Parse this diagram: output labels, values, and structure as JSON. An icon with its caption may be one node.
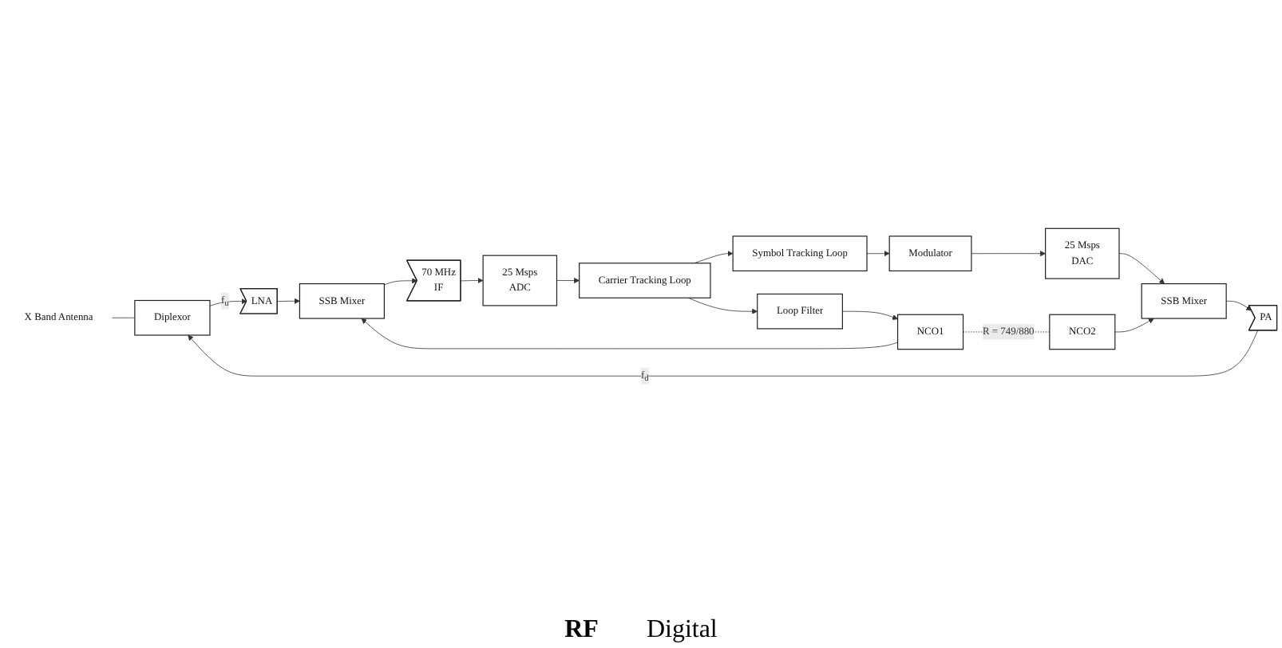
{
  "diagram": {
    "nodes": [
      {
        "text": [
          "X Band Antenna"
        ]
      },
      {
        "text": [
          "Diplexor"
        ]
      },
      {
        "text": [
          "LNA"
        ]
      },
      {
        "text": [
          "SSB Mixer"
        ]
      },
      {
        "text": [
          "70 MHz",
          "IF"
        ]
      },
      {
        "text": [
          "25 Msps",
          "ADC"
        ]
      },
      {
        "text": [
          "Carrier Tracking Loop"
        ]
      },
      {
        "text": [
          "Loop Filter"
        ]
      },
      {
        "text": [
          "NCO1"
        ]
      },
      {
        "text": [
          "NCO2"
        ]
      },
      {
        "text": [
          "Symbol Tracking Loop"
        ]
      },
      {
        "text": [
          "Modulator"
        ]
      },
      {
        "text": [
          "25 Msps",
          "DAC"
        ]
      },
      {
        "text": [
          "SSB Mixer"
        ]
      },
      {
        "text": [
          "PA"
        ]
      }
    ],
    "edges": [
      {
        "from": 0,
        "to": 1,
        "arrow": "none"
      },
      {
        "from": 1,
        "to": 2,
        "arrow": "to",
        "label": "f$_{u}$"
      },
      {
        "from": 2,
        "to": 3,
        "arrow": "to"
      },
      {
        "from": 3,
        "to": 4,
        "arrow": "to"
      },
      {
        "from": 4,
        "to": 5,
        "arrow": "to"
      },
      {
        "from": 5,
        "to": 6,
        "arrow": "to"
      },
      {
        "from": 6,
        "to": 7,
        "arrow": "to"
      },
      {
        "from": 7,
        "to": 8,
        "arrow": "to"
      },
      {
        "from": 8,
        "to": 3,
        "arrow": "to"
      },
      {
        "from": 8,
        "to": 9,
        "arrow": "none",
        "style": "dashed",
        "label": "R = 749/880"
      },
      {
        "from": 6,
        "to": 10,
        "arrow": "to"
      },
      {
        "from": 10,
        "to": 11,
        "arrow": "to"
      },
      {
        "from": 11,
        "to": 12,
        "arrow": "to"
      },
      {
        "from": 12,
        "to": 13,
        "arrow": "to"
      },
      {
        "from": 9,
        "to": 13,
        "arrow": "to"
      },
      {
        "from": 13,
        "to": 14,
        "arrow": "to"
      },
      {
        "from": 14,
        "to": 1,
        "arrow": "to",
        "label": "f$_{d}$"
      }
    ],
    "labels": [
      "RF",
      "Digital"
    ]
  }
}
